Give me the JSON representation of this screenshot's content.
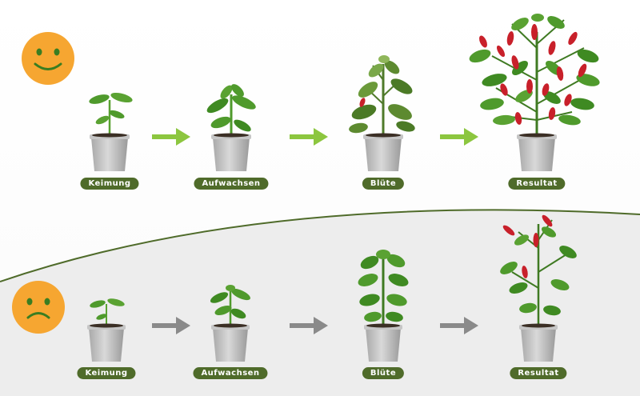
{
  "colors": {
    "good_face": "#f6a631",
    "bad_face": "#f6a631",
    "good_arrow": "#8cc63f",
    "bad_arrow": "#8a8a8a",
    "label_bg": "#4f6b2a",
    "divider": "#4f6b2a",
    "lower_bg": "#ededed",
    "leaf": "#4f9a2c",
    "pepper": "#c8202a",
    "pot": "#bdbdbd"
  },
  "rows": [
    {
      "mood": "happy-face-icon",
      "arrow_icon": "arrow-right-icon",
      "stages": [
        {
          "label": "Keimung"
        },
        {
          "label": "Aufwachsen"
        },
        {
          "label": "Blüte"
        },
        {
          "label": "Resultat"
        }
      ]
    },
    {
      "mood": "sad-face-icon",
      "arrow_icon": "arrow-right-icon",
      "stages": [
        {
          "label": "Keimung"
        },
        {
          "label": "Aufwachsen"
        },
        {
          "label": "Blüte"
        },
        {
          "label": "Resultat"
        }
      ]
    }
  ]
}
